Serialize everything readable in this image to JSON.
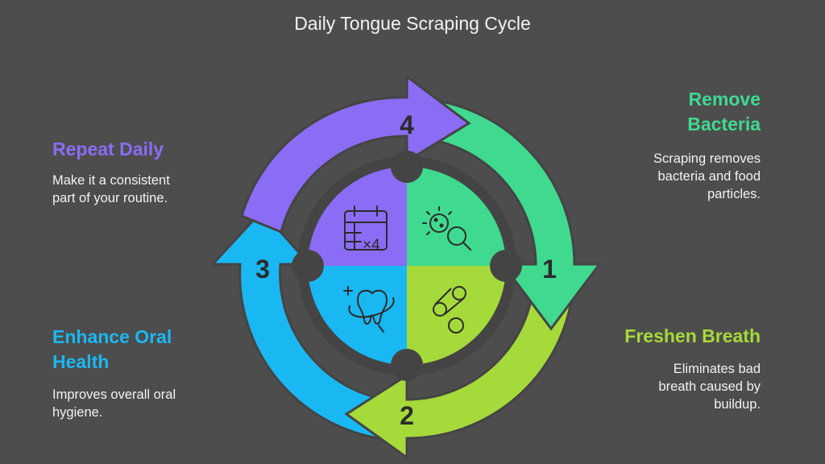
{
  "title": "Daily Tongue Scraping Cycle",
  "steps": [
    {
      "number": "1",
      "heading_line1": "Remove",
      "heading_line2": "Bacteria",
      "desc_line1": "Scraping removes",
      "desc_line2": "bacteria and food",
      "desc_line3": "particles.",
      "color": "#3fd98f",
      "icon": "bacteria-magnifier-icon"
    },
    {
      "number": "2",
      "heading_line1": "Freshen Breath",
      "desc_line1": "Eliminates bad",
      "desc_line2": "breath caused by",
      "desc_line3": "buildup.",
      "color": "#a6d93a",
      "icon": "molecule-icon"
    },
    {
      "number": "3",
      "heading_line1": "Enhance Oral",
      "heading_line2": "Health",
      "desc_line1": "Improves overall oral",
      "desc_line2": "hygiene.",
      "color": "#1ab8f2",
      "icon": "sparkling-tooth-icon"
    },
    {
      "number": "4",
      "heading_line1": "Repeat Daily",
      "desc_line1": "Make it a consistent",
      "desc_line2": "part of your routine.",
      "color": "#8b6cf5",
      "icon": "calendar-times-four-icon"
    }
  ],
  "calendar_icon_text": "×4",
  "colors": {
    "background": "#4d4d4d",
    "ring_gap": "#444444",
    "number_text": "#2b2b2b"
  }
}
